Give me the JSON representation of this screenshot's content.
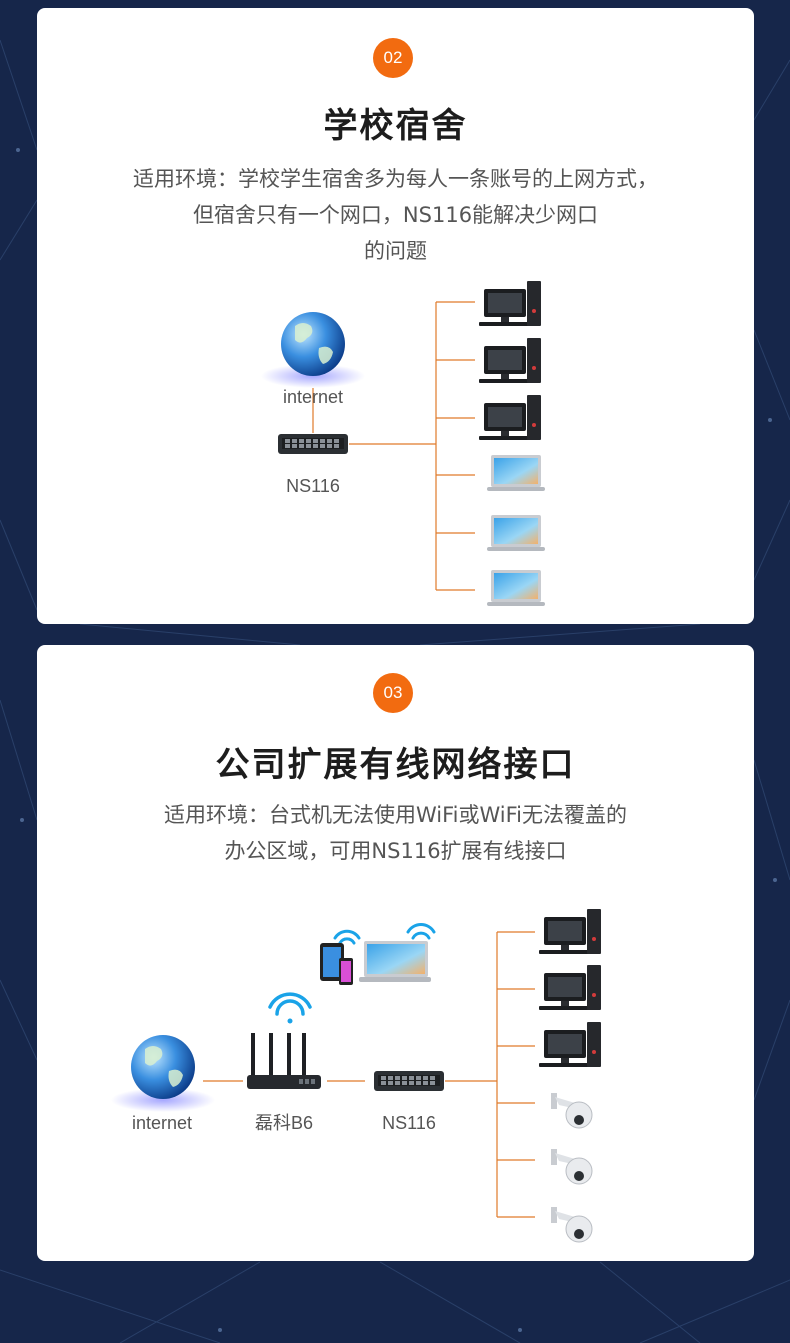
{
  "sections": [
    {
      "number": "02",
      "title": "学校宿舍",
      "description": [
        "适用环境：学校学生宿舍多为每人一条账号的上网方式，",
        "但宿舍只有一个网口，NS116能解决少网口",
        "的问题"
      ],
      "diagram": {
        "internet_label": "internet",
        "switch_label": "NS116",
        "devices": [
          "desktop-pc",
          "desktop-pc",
          "desktop-pc",
          "laptop",
          "laptop",
          "laptop"
        ]
      }
    },
    {
      "number": "03",
      "title": "公司扩展有线网络接口",
      "description": [
        "适用环境：台式机无法使用WiFi或WiFi无法覆盖的",
        "办公区域，可用NS116扩展有线接口"
      ],
      "diagram": {
        "internet_label": "internet",
        "router_label": "磊科B6",
        "switch_label": "NS116",
        "wireless_devices": [
          "tablet",
          "smartphone",
          "laptop"
        ],
        "devices": [
          "desktop-pc",
          "desktop-pc",
          "desktop-pc",
          "dome-camera",
          "dome-camera",
          "dome-camera"
        ]
      }
    }
  ],
  "colors": {
    "accent": "#f26b10",
    "background": "#16264a",
    "connector": "#e07a2a",
    "wifi": "#1aa3e8"
  }
}
